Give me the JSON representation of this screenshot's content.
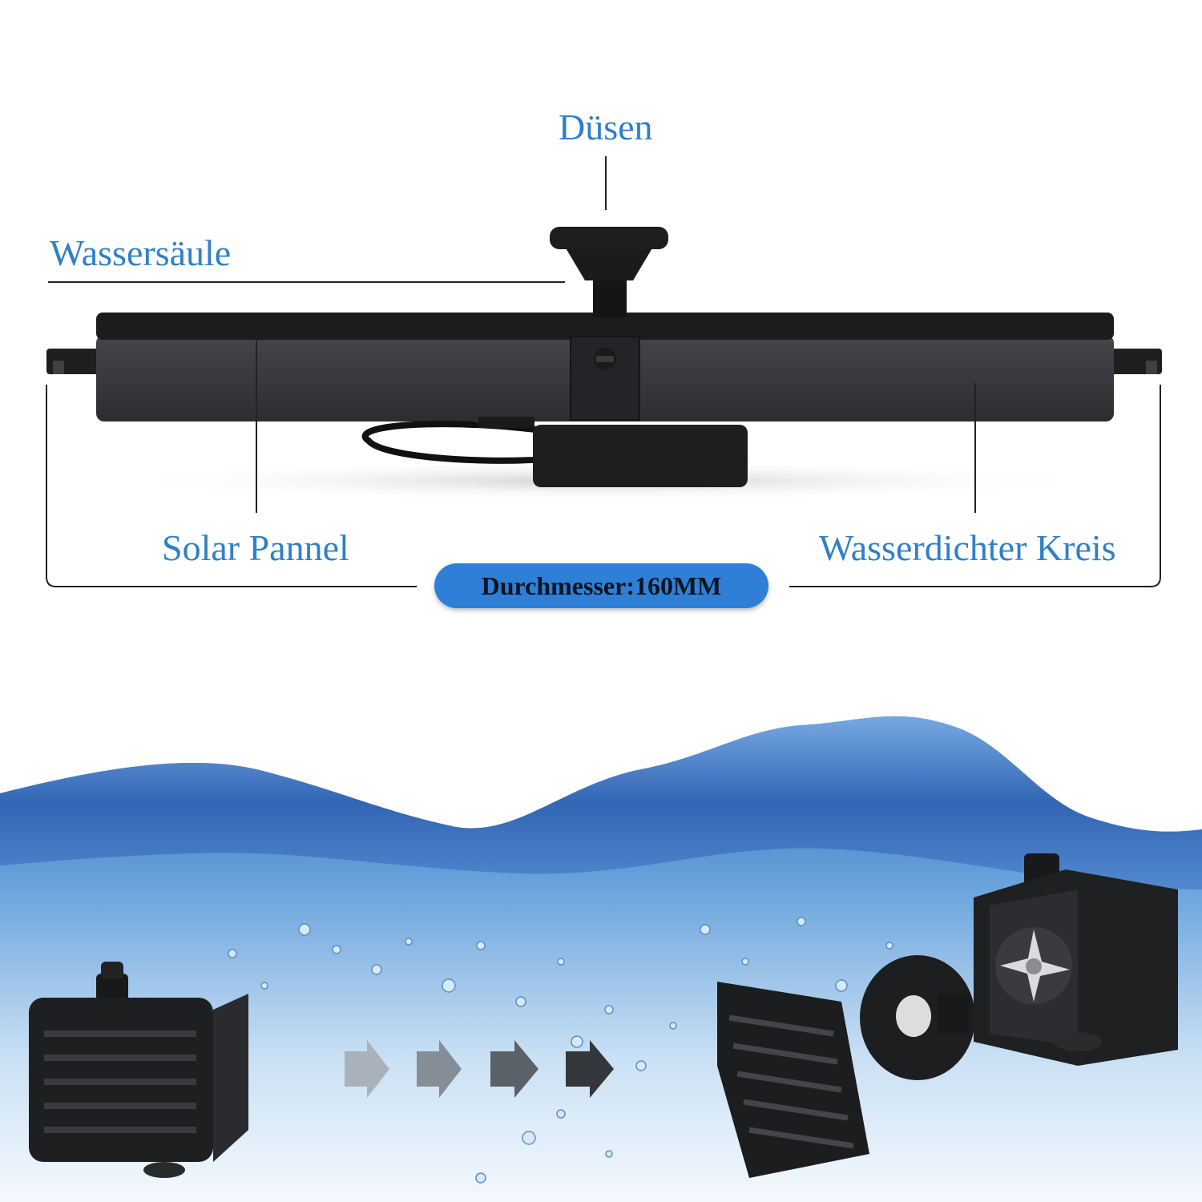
{
  "labels": {
    "nozzle": "Düsen",
    "water_column": "Wassersäule",
    "solar_panel": "Solar Pannel",
    "waterproof_circuit": "Wasserdichter Kreis"
  },
  "diameter_badge": "Durchmesser:160MM",
  "colors": {
    "label_blue": "#2f80c8",
    "badge_blue": "#2f7fd6",
    "device_black": "#1b1c1e",
    "panel_gray": "#3a3b3d"
  },
  "icons": [
    "fountain-device",
    "water-wave",
    "pump-assembled",
    "arrow-right",
    "pump-grille",
    "pump-impeller-cover",
    "pump-open"
  ]
}
